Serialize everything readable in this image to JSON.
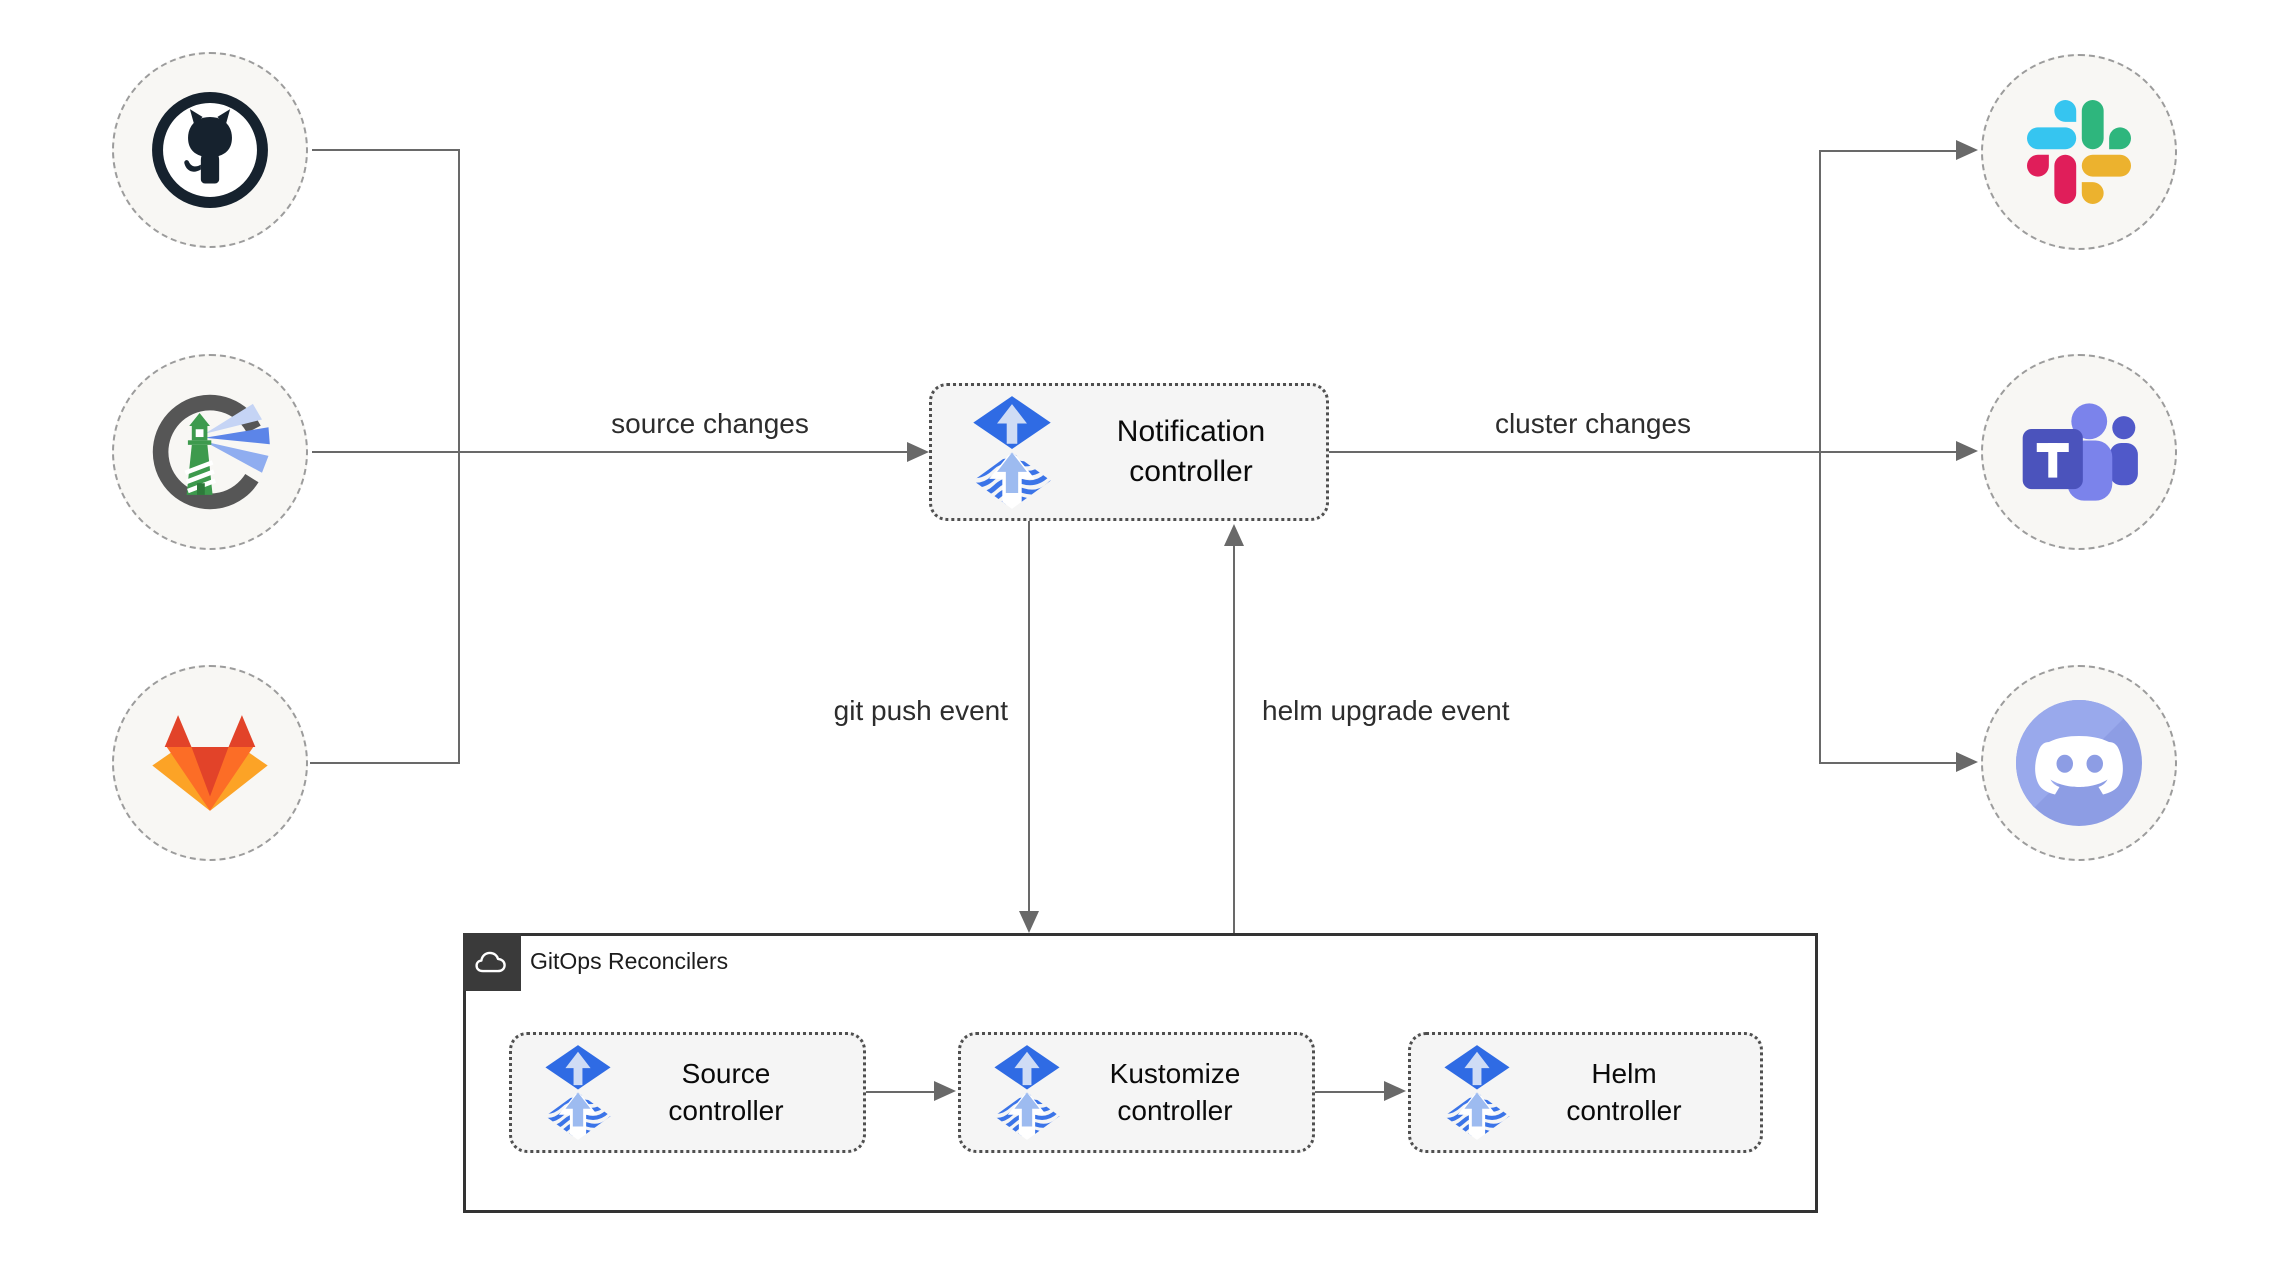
{
  "edges": {
    "source_changes": "source changes",
    "cluster_changes": "cluster changes",
    "git_push_event": "git push event",
    "helm_upgrade_event": "helm upgrade event"
  },
  "nodes": {
    "notification": {
      "line1": "Notification",
      "line2": "controller"
    },
    "source": {
      "line1": "Source",
      "line2": "controller"
    },
    "kustomize": {
      "line1": "Kustomize",
      "line2": "controller"
    },
    "helm": {
      "line1": "Helm",
      "line2": "controller"
    }
  },
  "container": {
    "title": "GitOps Reconcilers",
    "badge_icon": "cloud-icon"
  },
  "endpoints": {
    "left": [
      {
        "icon": "github-icon"
      },
      {
        "icon": "harbor-icon"
      },
      {
        "icon": "gitlab-icon"
      }
    ],
    "right": [
      {
        "icon": "slack-icon"
      },
      {
        "icon": "teams-icon"
      },
      {
        "icon": "discord-icon"
      }
    ]
  },
  "colors": {
    "flux_blue": "#2f6be4",
    "flux_arrow_light": "#cfdcf5",
    "flux_wave_blue": "#3b74e8",
    "connector_gray": "#696969",
    "node_bg": "#f5f5f5",
    "node_border": "#4f4f4f",
    "circle_bg": "#f8f7f4",
    "circle_border": "#9c9c9c",
    "container_border": "#333333",
    "badge_bg": "#3a3a3a",
    "github_dark": "#16222e",
    "harbor_green": "#3d9a4d",
    "gitlab_red": "#e24329",
    "gitlab_orange": "#fc6d26",
    "gitlab_yellow": "#fca326",
    "slack_blue": "#36C5F0",
    "slack_green": "#2EB67D",
    "slack_yellow": "#ECB22E",
    "slack_pink": "#E01E5A",
    "teams_indigo": "#4b53bc",
    "teams_light": "#7b83eb",
    "teams_mid": "#5059c9",
    "discord_blurple": "#93a2e8"
  }
}
